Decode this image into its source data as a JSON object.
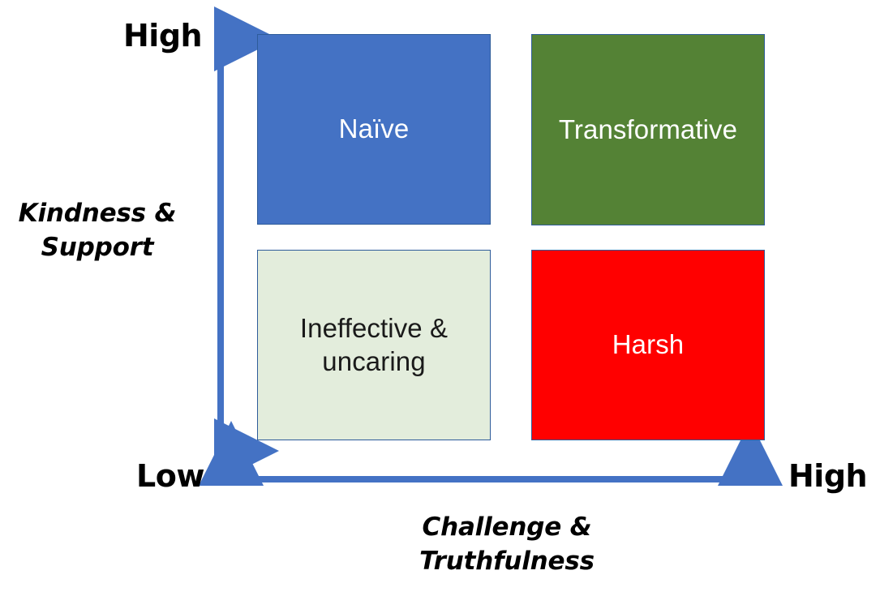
{
  "figure": {
    "background_color": "#FFFFFF",
    "accent_color": "#4472C4",
    "type": "2x2-matrix"
  },
  "axes": {
    "vertical": {
      "title": "Kindness &\nSupport",
      "high_label": "High",
      "arrow_color": "#4472C4",
      "arrow_style": "double-headed"
    },
    "horizontal": {
      "title": "Challenge &\nTruthfulness",
      "low_label": "Low",
      "high_label": "High",
      "arrow_color": "#4472C4",
      "arrow_style": "double-headed"
    }
  },
  "quadrants": [
    {
      "id": "naive",
      "label": "Naïve",
      "fill": "#4472C4",
      "text_color": "#FFFFFF",
      "border": "#2E5C9A",
      "position": "top-left",
      "kindness": "High",
      "challenge": "Low"
    },
    {
      "id": "transformative",
      "label": "Transformative",
      "fill": "#548235",
      "text_color": "#FFFFFF",
      "border": "#2E5C9A",
      "position": "top-right",
      "kindness": "High",
      "challenge": "High"
    },
    {
      "id": "ineffective",
      "label": "Ineffective & uncaring",
      "fill": "#E3EDDC",
      "text_color": "#1A1A1A",
      "border": "#2E5C9A",
      "position": "bottom-left",
      "kindness": "Low",
      "challenge": "Low"
    },
    {
      "id": "harsh",
      "label": "Harsh",
      "fill": "#FF0000",
      "text_color": "#FFFFFF",
      "border": "#2E5C9A",
      "position": "bottom-right",
      "kindness": "Low",
      "challenge": "High"
    }
  ],
  "chart_data": {
    "type": "table",
    "title": "",
    "xlabel": "Challenge & Truthfulness",
    "ylabel": "Kindness & Support",
    "x_ticks": [
      "Low",
      "High"
    ],
    "y_ticks": [
      "Low",
      "High"
    ],
    "grid": false,
    "legend": "none",
    "categories": [
      "Naïve",
      "Transformative",
      "Ineffective & uncaring",
      "Harsh"
    ],
    "cells": [
      {
        "x": "Low",
        "y": "High",
        "label": "Naïve",
        "color": "#4472C4"
      },
      {
        "x": "High",
        "y": "High",
        "label": "Transformative",
        "color": "#548235"
      },
      {
        "x": "Low",
        "y": "Low",
        "label": "Ineffective & uncaring",
        "color": "#E3EDDC"
      },
      {
        "x": "High",
        "y": "Low",
        "label": "Harsh",
        "color": "#FF0000"
      }
    ]
  }
}
